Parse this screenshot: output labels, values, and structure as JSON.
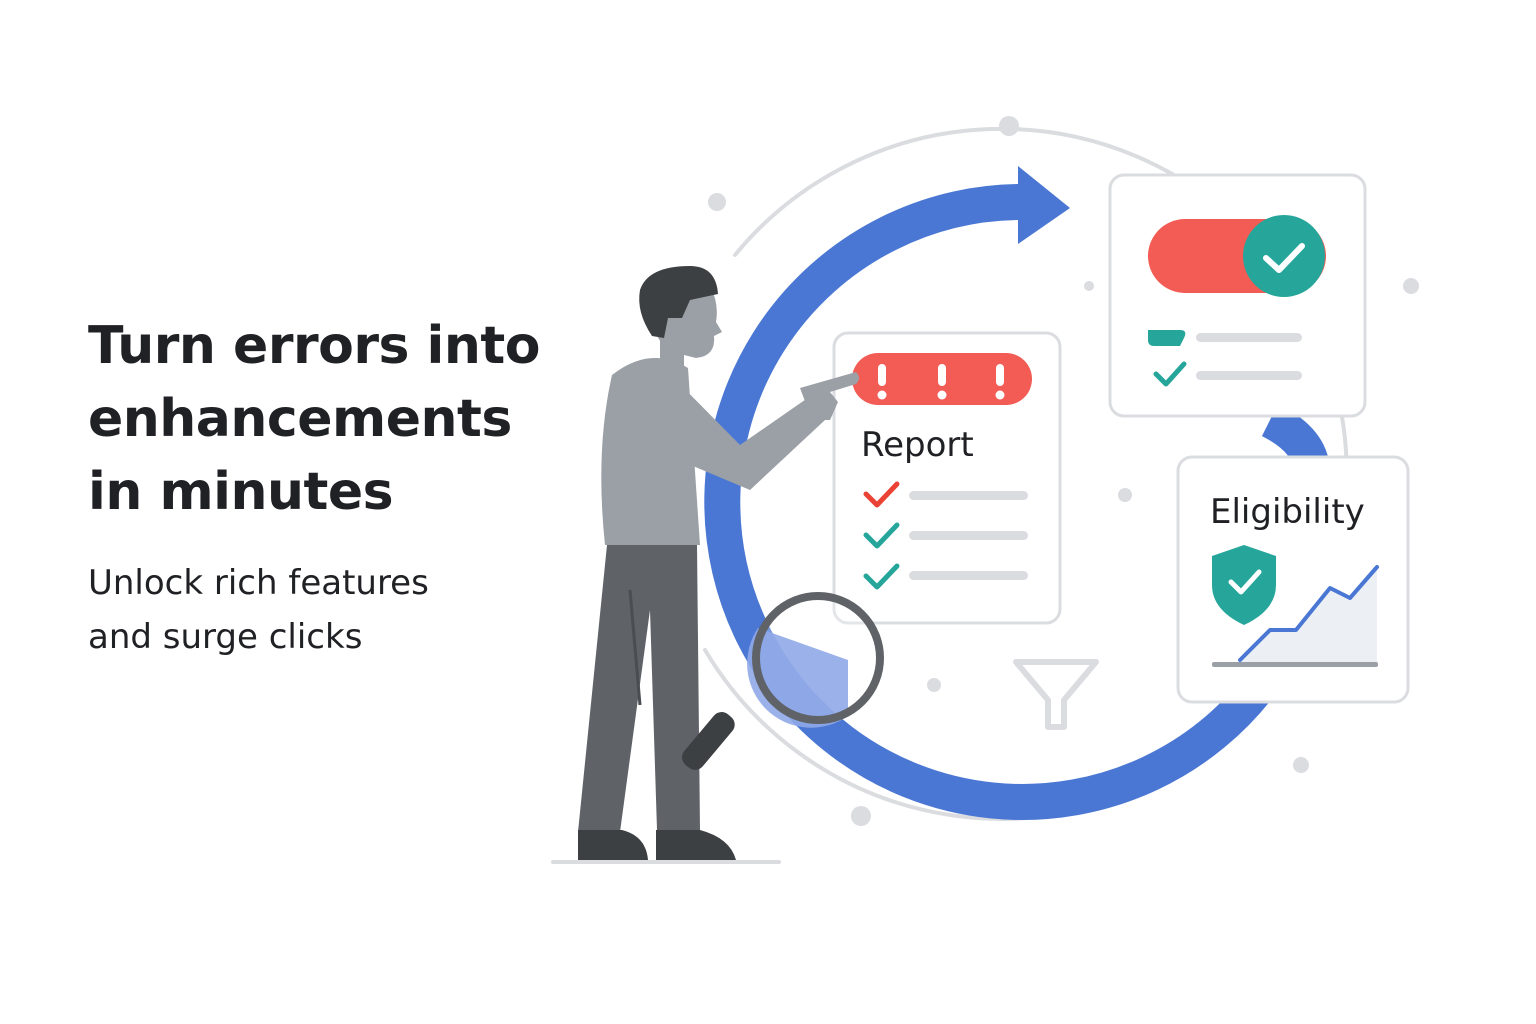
{
  "headline": {
    "line1": "Turn errors into",
    "line2": "enhancements",
    "line3": "in minutes"
  },
  "subheadline": {
    "line1": "Unlock rich features",
    "line2": "and surge clicks"
  },
  "illustration": {
    "report_card": {
      "title": "Report",
      "alert_marks": [
        "!",
        "!",
        "!"
      ]
    },
    "eligibility_card": {
      "title": "Eligibility"
    },
    "icons": [
      "person-figure",
      "magnifying-glass-icon",
      "funnel-icon",
      "shield-check-icon",
      "toggle-switch-icon",
      "checkmark-icon",
      "circular-arrow-icon",
      "trend-chart-icon"
    ],
    "colors": {
      "primary_blue": "#4a77d4",
      "alert_red": "#f25c54",
      "check_teal": "#26a69a",
      "check_red": "#ea4335",
      "neutral_gray": "#dadce0",
      "text": "#202124"
    }
  }
}
